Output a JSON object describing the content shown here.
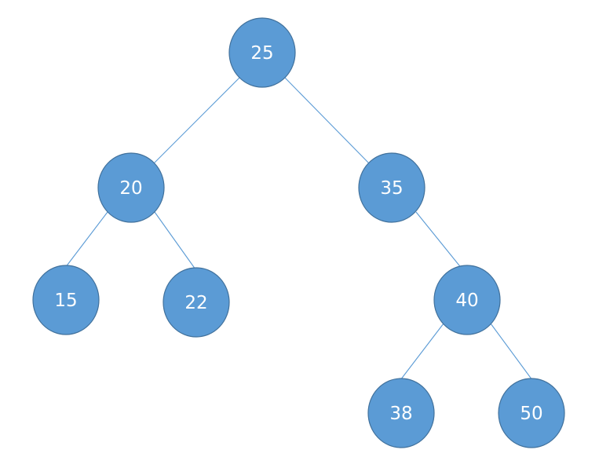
{
  "tree": {
    "node_color": "#5b9bd5",
    "node_border_color": "#41719c",
    "edge_color": "#5b9bd5",
    "label_color": "#ffffff",
    "nodes": [
      {
        "id": "n25",
        "label": "25"
      },
      {
        "id": "n20",
        "label": "20"
      },
      {
        "id": "n35",
        "label": "35"
      },
      {
        "id": "n15",
        "label": "15"
      },
      {
        "id": "n22",
        "label": "22"
      },
      {
        "id": "n40",
        "label": "40"
      },
      {
        "id": "n38",
        "label": "38"
      },
      {
        "id": "n50",
        "label": "50"
      }
    ],
    "edges": [
      {
        "from": "25",
        "to": "20"
      },
      {
        "from": "25",
        "to": "35"
      },
      {
        "from": "20",
        "to": "15"
      },
      {
        "from": "20",
        "to": "22"
      },
      {
        "from": "35",
        "to": "40"
      },
      {
        "from": "40",
        "to": "38"
      },
      {
        "from": "40",
        "to": "50"
      }
    ]
  }
}
